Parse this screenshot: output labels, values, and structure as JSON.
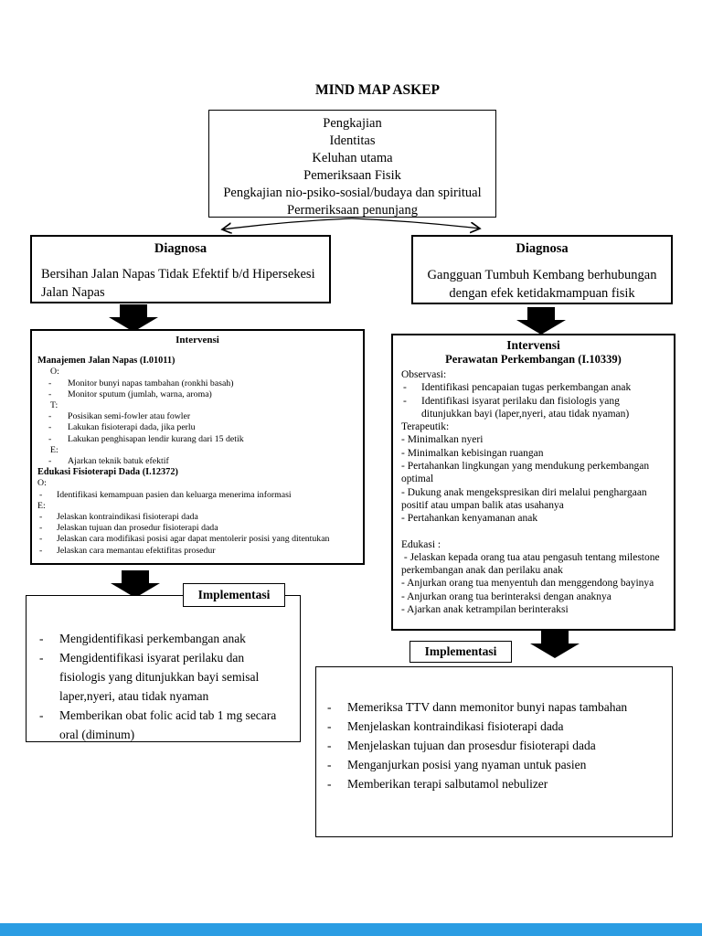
{
  "page": {
    "title": "MIND MAP ASKEP",
    "footer_bar_color": "#2b9de3"
  },
  "assessment": {
    "lines": "Pengkajian\nIdentitas\nKeluhan utama\nPemeriksaan Fisik\nPengkajian nio-psiko-sosial/budaya dan spiritual\nPermeriksaan penunjang"
  },
  "left": {
    "diagnosa_title": "Diagnosa",
    "diagnosa_text": "Bersihan Jalan Napas Tidak Efektif b/d Hipersekesi Jalan Napas",
    "intervensi_title": "Intervensi",
    "intervensi_lines": [
      {
        "style": "h-bold",
        "text": "Manajemen Jalan Napas (I.01011)"
      },
      {
        "style": "label",
        "text": "O:"
      },
      {
        "style": "bullet",
        "text": "Monitor bunyi napas tambahan (ronkhi basah)"
      },
      {
        "style": "bullet",
        "text": "Monitor sputum (jumlah, warna, aroma)"
      },
      {
        "style": "label",
        "text": "T:"
      },
      {
        "style": "bullet",
        "text": "Posisikan semi-fowler atau fowler"
      },
      {
        "style": "bullet",
        "text": "Lakukan fisioterapi dada, jika perlu"
      },
      {
        "style": "bullet",
        "text": "Lakukan penghisapan lendir kurang dari 15 detik"
      },
      {
        "style": "label",
        "text": "E:"
      },
      {
        "style": "bullet",
        "text": "Ajarkan teknik batuk efektif"
      },
      {
        "style": "h-bold",
        "text": "Edukasi Fisioterapi Dada (I.12372)"
      },
      {
        "style": "label0",
        "text": "O:"
      },
      {
        "style": "bullet0",
        "text": "Identifikasi kemampuan pasien dan keluarga menerima informasi"
      },
      {
        "style": "label0",
        "text": "E:"
      },
      {
        "style": "bullet0",
        "text": "Jelaskan kontraindikasi fisioterapi dada"
      },
      {
        "style": "bullet0",
        "text": "Jelaskan tujuan dan prosedur fisioterapi dada"
      },
      {
        "style": "bullet0",
        "text": "Jelaskan cara modifikasi posisi agar dapat mentolerir posisi yang ditentukan"
      },
      {
        "style": "bullet0",
        "text": "Jelaskan cara memantau efektifitas prosedur"
      }
    ],
    "implementasi_label": "Implementasi",
    "implementasi_items": [
      {
        "style": "ibullet",
        "text": "Mengidentifikasi perkembangan anak"
      },
      {
        "style": "ibullet",
        "text": "Mengidentifikasi isyarat perilaku dan fisiologis yang ditunjukkan bayi semisal laper,nyeri, atau tidak nyaman"
      },
      {
        "style": "ibullet",
        "text": "Memberikan obat folic acid tab 1 mg secara oral (diminum)"
      }
    ]
  },
  "right": {
    "diagnosa_title": "Diagnosa",
    "diagnosa_text": "Gangguan Tumbuh Kembang berhubungan dengan efek ketidakmampuan fisik",
    "intervensi_title": "Intervensi",
    "intervensi_subtitle": "Perawatan Perkembangan (I.10339)",
    "intervensi_lines": [
      {
        "style": "plain",
        "text": "Observasi:"
      },
      {
        "style": "bullet",
        "text": "Identifikasi pencapaian tugas perkembangan anak"
      },
      {
        "style": "bullet",
        "text": "Identifikasi isyarat perilaku dan fisiologis yang ditunjukkan bayi (laper,nyeri, atau tidak nyaman)"
      },
      {
        "style": "plain",
        "text": "Terapeutik:"
      },
      {
        "style": "plain",
        "text": "- Minimalkan nyeri"
      },
      {
        "style": "plain",
        "text": "- Minimalkan kebisingan ruangan"
      },
      {
        "style": "plain",
        "text": "- Pertahankan lingkungan yang mendukung perkembangan optimal"
      },
      {
        "style": "plain",
        "text": "- Dukung anak mengekspresikan diri melalui penghargaan positif atau umpan balik atas usahanya"
      },
      {
        "style": "plain",
        "text": "- Pertahankan kenyamanan anak"
      },
      {
        "style": "spacer",
        "text": ""
      },
      {
        "style": "plain",
        "text": "Edukasi :"
      },
      {
        "style": "plain",
        "text": " - Jelaskan kepada orang tua atau pengasuh tentang milestone perkembangan anak dan perilaku anak"
      },
      {
        "style": "plain",
        "text": "- Anjurkan orang tua menyentuh dan menggendong bayinya"
      },
      {
        "style": "plain",
        "text": "- Anjurkan orang tua berinteraksi dengan anaknya"
      },
      {
        "style": "plain",
        "text": "- Ajarkan anak ketrampilan berinteraksi"
      }
    ],
    "implementasi_label": "Implementasi",
    "implementasi_items": [
      {
        "style": "ibullet",
        "text": "Memeriksa TTV dann memonitor bunyi napas tambahan"
      },
      {
        "style": "ibullet",
        "text": "Menjelaskan kontraindikasi fisioterapi dada"
      },
      {
        "style": "ibullet",
        "text": "Menjelaskan tujuan dan prosesdur fisioterapi dada"
      },
      {
        "style": "ibullet",
        "text": "Menganjurkan posisi yang nyaman untuk pasien"
      },
      {
        "style": "ibullet",
        "text": "Memberikan terapi salbutamol nebulizer"
      }
    ]
  }
}
